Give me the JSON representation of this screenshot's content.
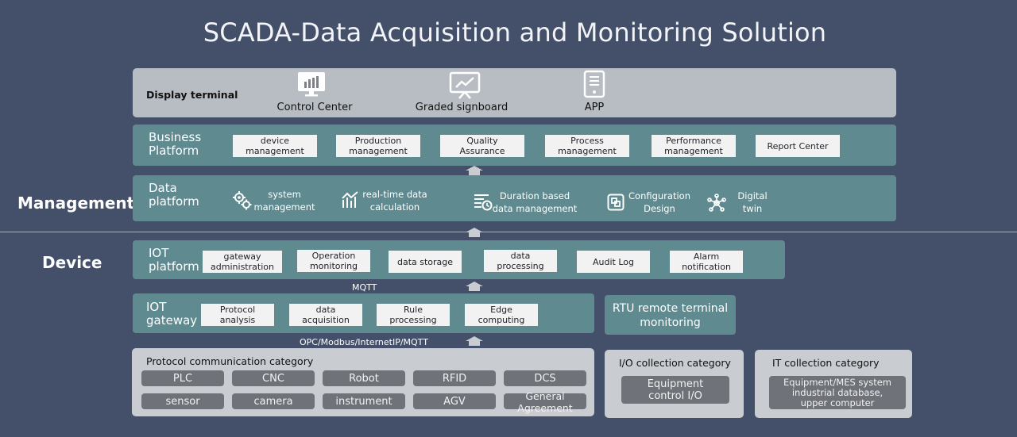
{
  "title": "SCADA-Data Acquisition and Monitoring Solution",
  "side_labels": {
    "management": "Management",
    "device": "Device"
  },
  "display_terminal": {
    "label": "Display terminal",
    "items": [
      {
        "label": "Control Center",
        "icon": "monitor-chart-icon"
      },
      {
        "label": "Graded signboard",
        "icon": "presentation-board-icon"
      },
      {
        "label": "APP",
        "icon": "mobile-phone-icon"
      }
    ]
  },
  "business_platform": {
    "label_line1": "Business",
    "label_line2": "Platform",
    "items": [
      {
        "l1": "device",
        "l2": "management"
      },
      {
        "l1": "Production",
        "l2": "management"
      },
      {
        "l1": "Quality",
        "l2": "Assurance"
      },
      {
        "l1": "Process",
        "l2": "management"
      },
      {
        "l1": "Performance",
        "l2": "management"
      },
      {
        "l1": "Report Center",
        "l2": ""
      }
    ]
  },
  "data_platform": {
    "label_line1": "Data",
    "label_line2": "platform",
    "items": [
      {
        "l1": "system",
        "l2": "management",
        "icon": "gears-icon"
      },
      {
        "l1": "real-time data",
        "l2": "calculation",
        "icon": "realtime-chart-icon"
      },
      {
        "l1": "Duration based",
        "l2": "data management",
        "icon": "list-clock-icon"
      },
      {
        "l1": "Configuration",
        "l2": "Design",
        "icon": "configuration-icon"
      },
      {
        "l1": "Digital",
        "l2": "twin",
        "icon": "network-nodes-icon"
      }
    ]
  },
  "iot_platform": {
    "label_line1": "IOT",
    "label_line2": "platform",
    "items": [
      {
        "l1": "gateway",
        "l2": "administration"
      },
      {
        "l1": "Operation",
        "l2": "monitoring"
      },
      {
        "l1": "data storage",
        "l2": ""
      },
      {
        "l1": "data",
        "l2": "processing"
      },
      {
        "l1": "Audit Log",
        "l2": ""
      },
      {
        "l1": "Alarm",
        "l2": "notification"
      }
    ]
  },
  "connectors": {
    "mqtt": "MQTT",
    "protocols": "OPC/Modbus/InternetIP/MQTT"
  },
  "iot_gateway": {
    "label_line1": "IOT",
    "label_line2": "gateway",
    "items": [
      {
        "l1": "Protocol",
        "l2": "analysis"
      },
      {
        "l1": "data",
        "l2": "acquisition"
      },
      {
        "l1": "Rule",
        "l2": "processing"
      },
      {
        "l1": "Edge",
        "l2": "computing"
      }
    ]
  },
  "rtu": {
    "l1": "RTU remote terminal",
    "l2": "monitoring"
  },
  "protocol_category": {
    "title": "Protocol communication category",
    "row1": [
      "PLC",
      "CNC",
      "Robot",
      "RFID",
      "DCS"
    ],
    "row2": [
      "sensor",
      "camera",
      "instrument",
      "AGV",
      "General Agreement"
    ]
  },
  "io_category": {
    "title": "I/O collection category",
    "item_l1": "Equipment",
    "item_l2": "control  I/O"
  },
  "it_category": {
    "title": "IT collection category",
    "item_l1": "Equipment/MES system",
    "item_l2": "industrial database,",
    "item_l3": "upper computer"
  },
  "colors": {
    "background": "#44506a",
    "teal_panel": "#5f8a90",
    "gray_panel": "#b8bcc3",
    "button_gray": "#6f7278",
    "arrow": "#c9ccd1"
  }
}
